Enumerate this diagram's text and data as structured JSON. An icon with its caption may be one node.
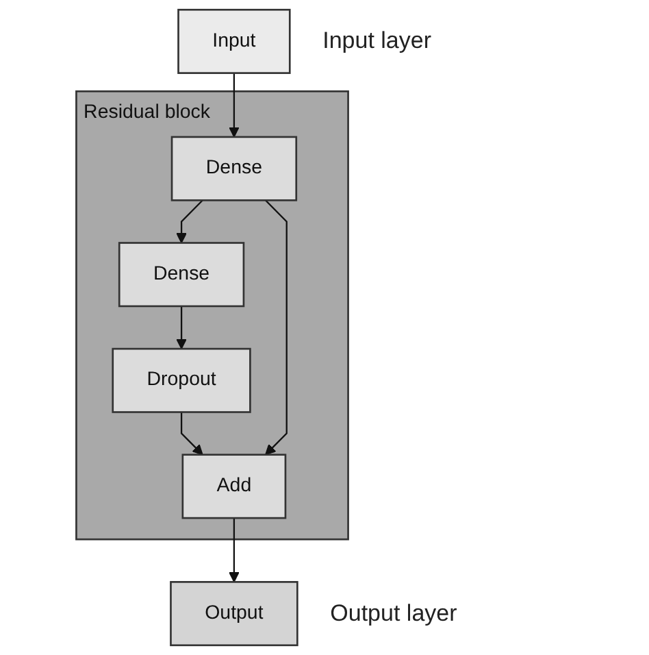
{
  "diagram": {
    "nodes": [
      {
        "text": [
          "Input"
        ],
        "beside": [
          "Input layer"
        ]
      },
      {
        "text": [
          "Residual block"
        ]
      },
      {
        "text": [
          "Dense"
        ],
        "in": 1
      },
      {
        "text": [
          "Dense"
        ],
        "in": 1
      },
      {
        "text": [
          "Dropout"
        ],
        "in": 1
      },
      {
        "text": [
          "Add"
        ],
        "in": 1
      },
      {
        "text": [
          "Output"
        ],
        "beside": [
          "Output layer"
        ]
      }
    ],
    "edges": [
      {
        "from": 0,
        "to": 2,
        "arrow": "to"
      },
      {
        "from": 2,
        "to": 3,
        "arrow": "to"
      },
      {
        "from": 3,
        "to": 4,
        "arrow": "to"
      },
      {
        "from": 4,
        "to": 5,
        "arrow": "to"
      },
      {
        "from": 2,
        "to": 5,
        "arrow": "to"
      },
      {
        "from": 5,
        "to": 6,
        "arrow": "to"
      }
    ]
  }
}
